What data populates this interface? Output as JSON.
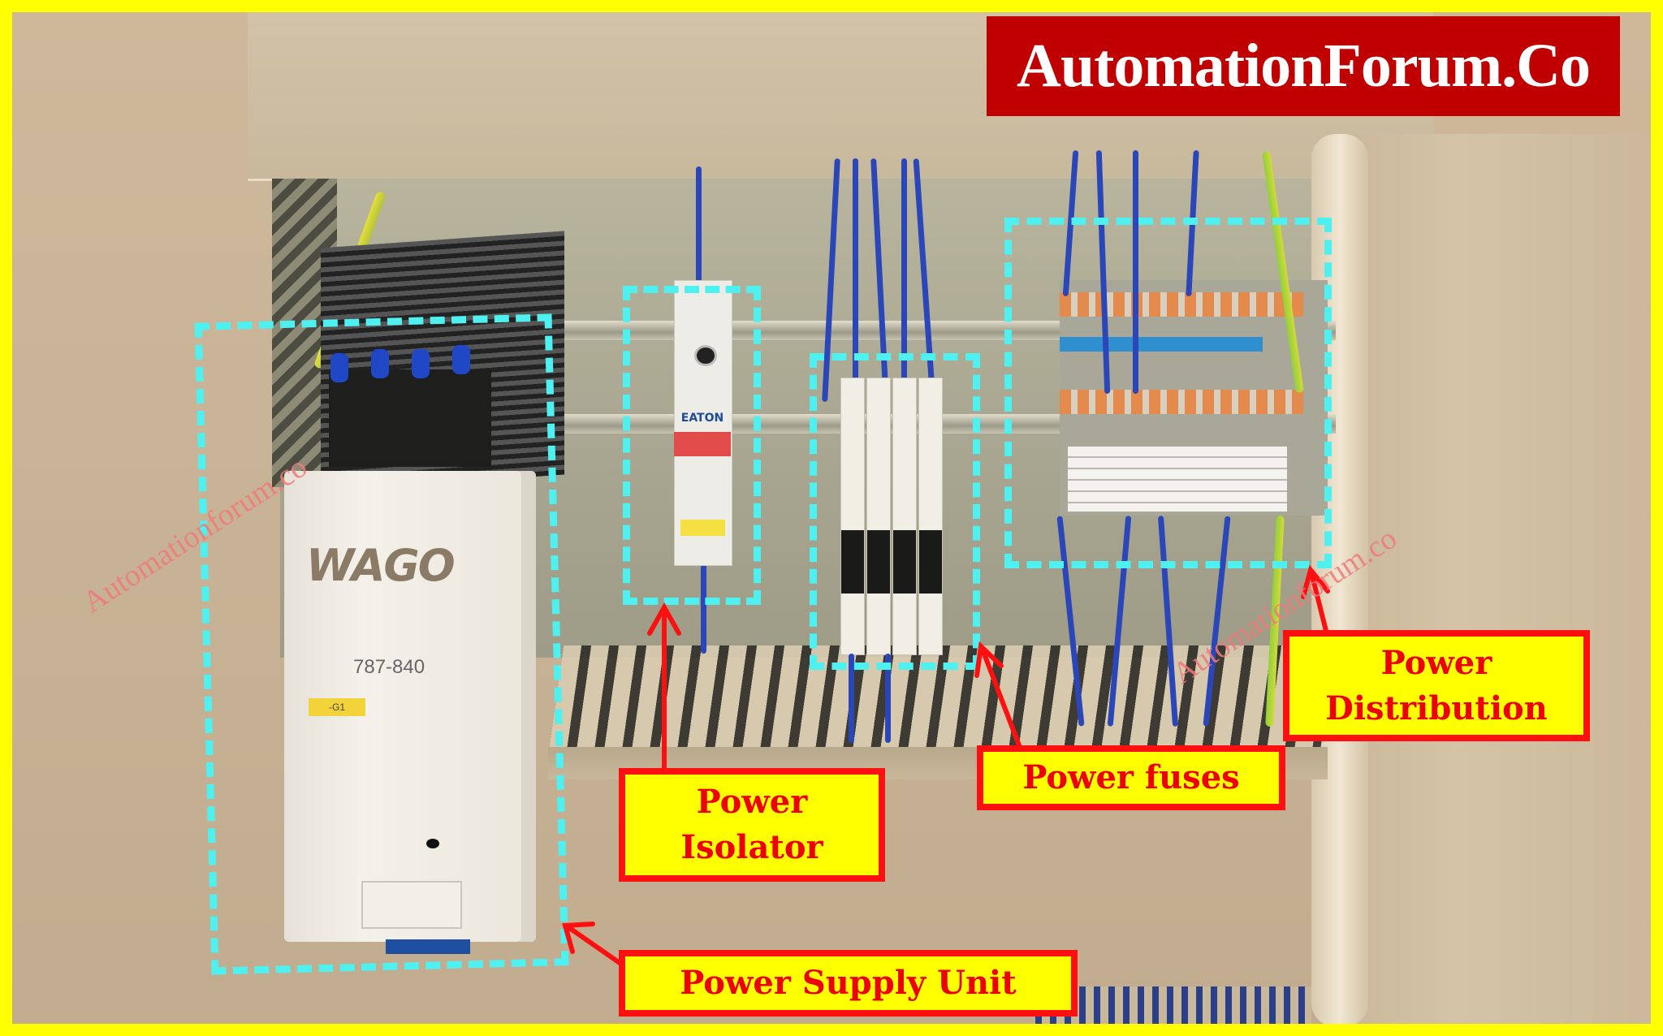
{
  "brand_banner": {
    "text": "AutomationForum.Co",
    "background": "#c00000",
    "color": "#ffffff"
  },
  "frame": {
    "border_color": "#ffff00"
  },
  "watermarks": [
    {
      "text": "Automationforum.co",
      "position": "left-over-power-supply"
    },
    {
      "text": "Automationforum.co",
      "position": "right-over-cable-tray"
    }
  ],
  "photo_labels": {
    "psu_brand": "WAGO",
    "psu_model": "787-840",
    "psu_tag": "-G1",
    "isolator_brand": "EATON"
  },
  "callouts": [
    {
      "id": "power-supply-unit",
      "lines": [
        "Power Supply Unit"
      ]
    },
    {
      "id": "power-isolator",
      "lines": [
        "Power",
        "Isolator"
      ]
    },
    {
      "id": "power-fuses",
      "lines": [
        "Power fuses"
      ]
    },
    {
      "id": "power-distribution",
      "lines": [
        "Power",
        "Distribution"
      ]
    }
  ],
  "colors": {
    "callout_fill": "#ffff00",
    "callout_border": "#ff1010",
    "callout_text": "#ef0000",
    "highlight_dash": "#4ff0f0",
    "arrow": "#ff1010"
  }
}
